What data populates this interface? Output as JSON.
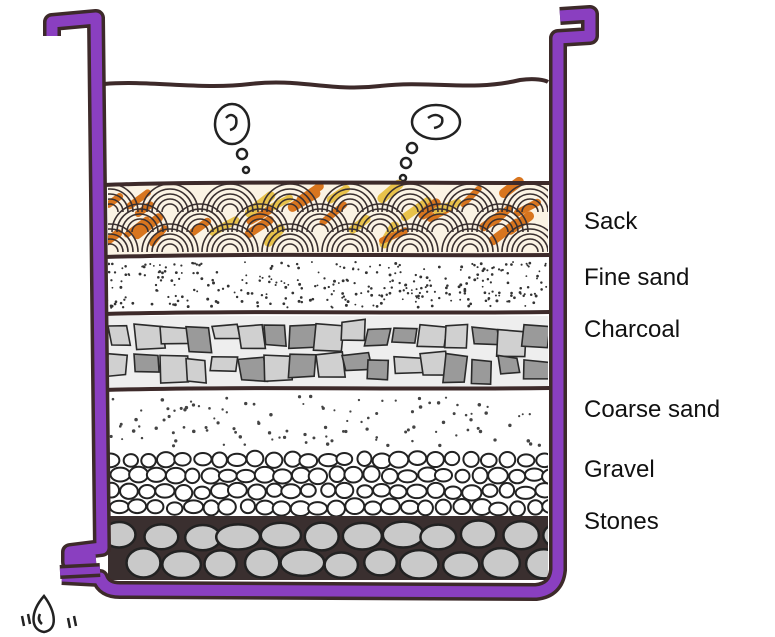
{
  "labels": {
    "sack": "Sack",
    "fine_sand": "Fine sand",
    "charcoal": "Charcoal",
    "coarse_sand": "Coarse sand",
    "gravel": "Gravel",
    "stones": "Stones"
  },
  "colors": {
    "container_outline": "#3d2a2a",
    "container_wall": "#8a3fc0",
    "sack_orange": "#d8751e",
    "sack_yellow": "#e8c24a",
    "charcoal": "#555555",
    "stone_fill": "#c9c9c9"
  }
}
